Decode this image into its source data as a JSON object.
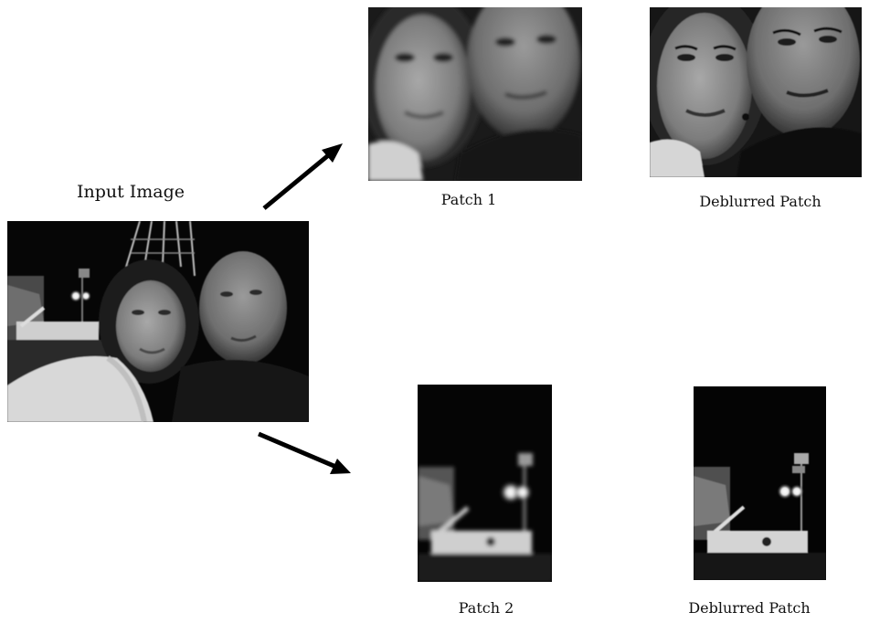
{
  "labels": {
    "input": "Input Image",
    "patch1": "Patch 1",
    "deblurred1": "Deblurred Patch",
    "patch2": "Patch 2",
    "deblurred2": "Deblurred Patch"
  },
  "colors": {
    "background": "#ffffff",
    "arrow": "#000000"
  }
}
